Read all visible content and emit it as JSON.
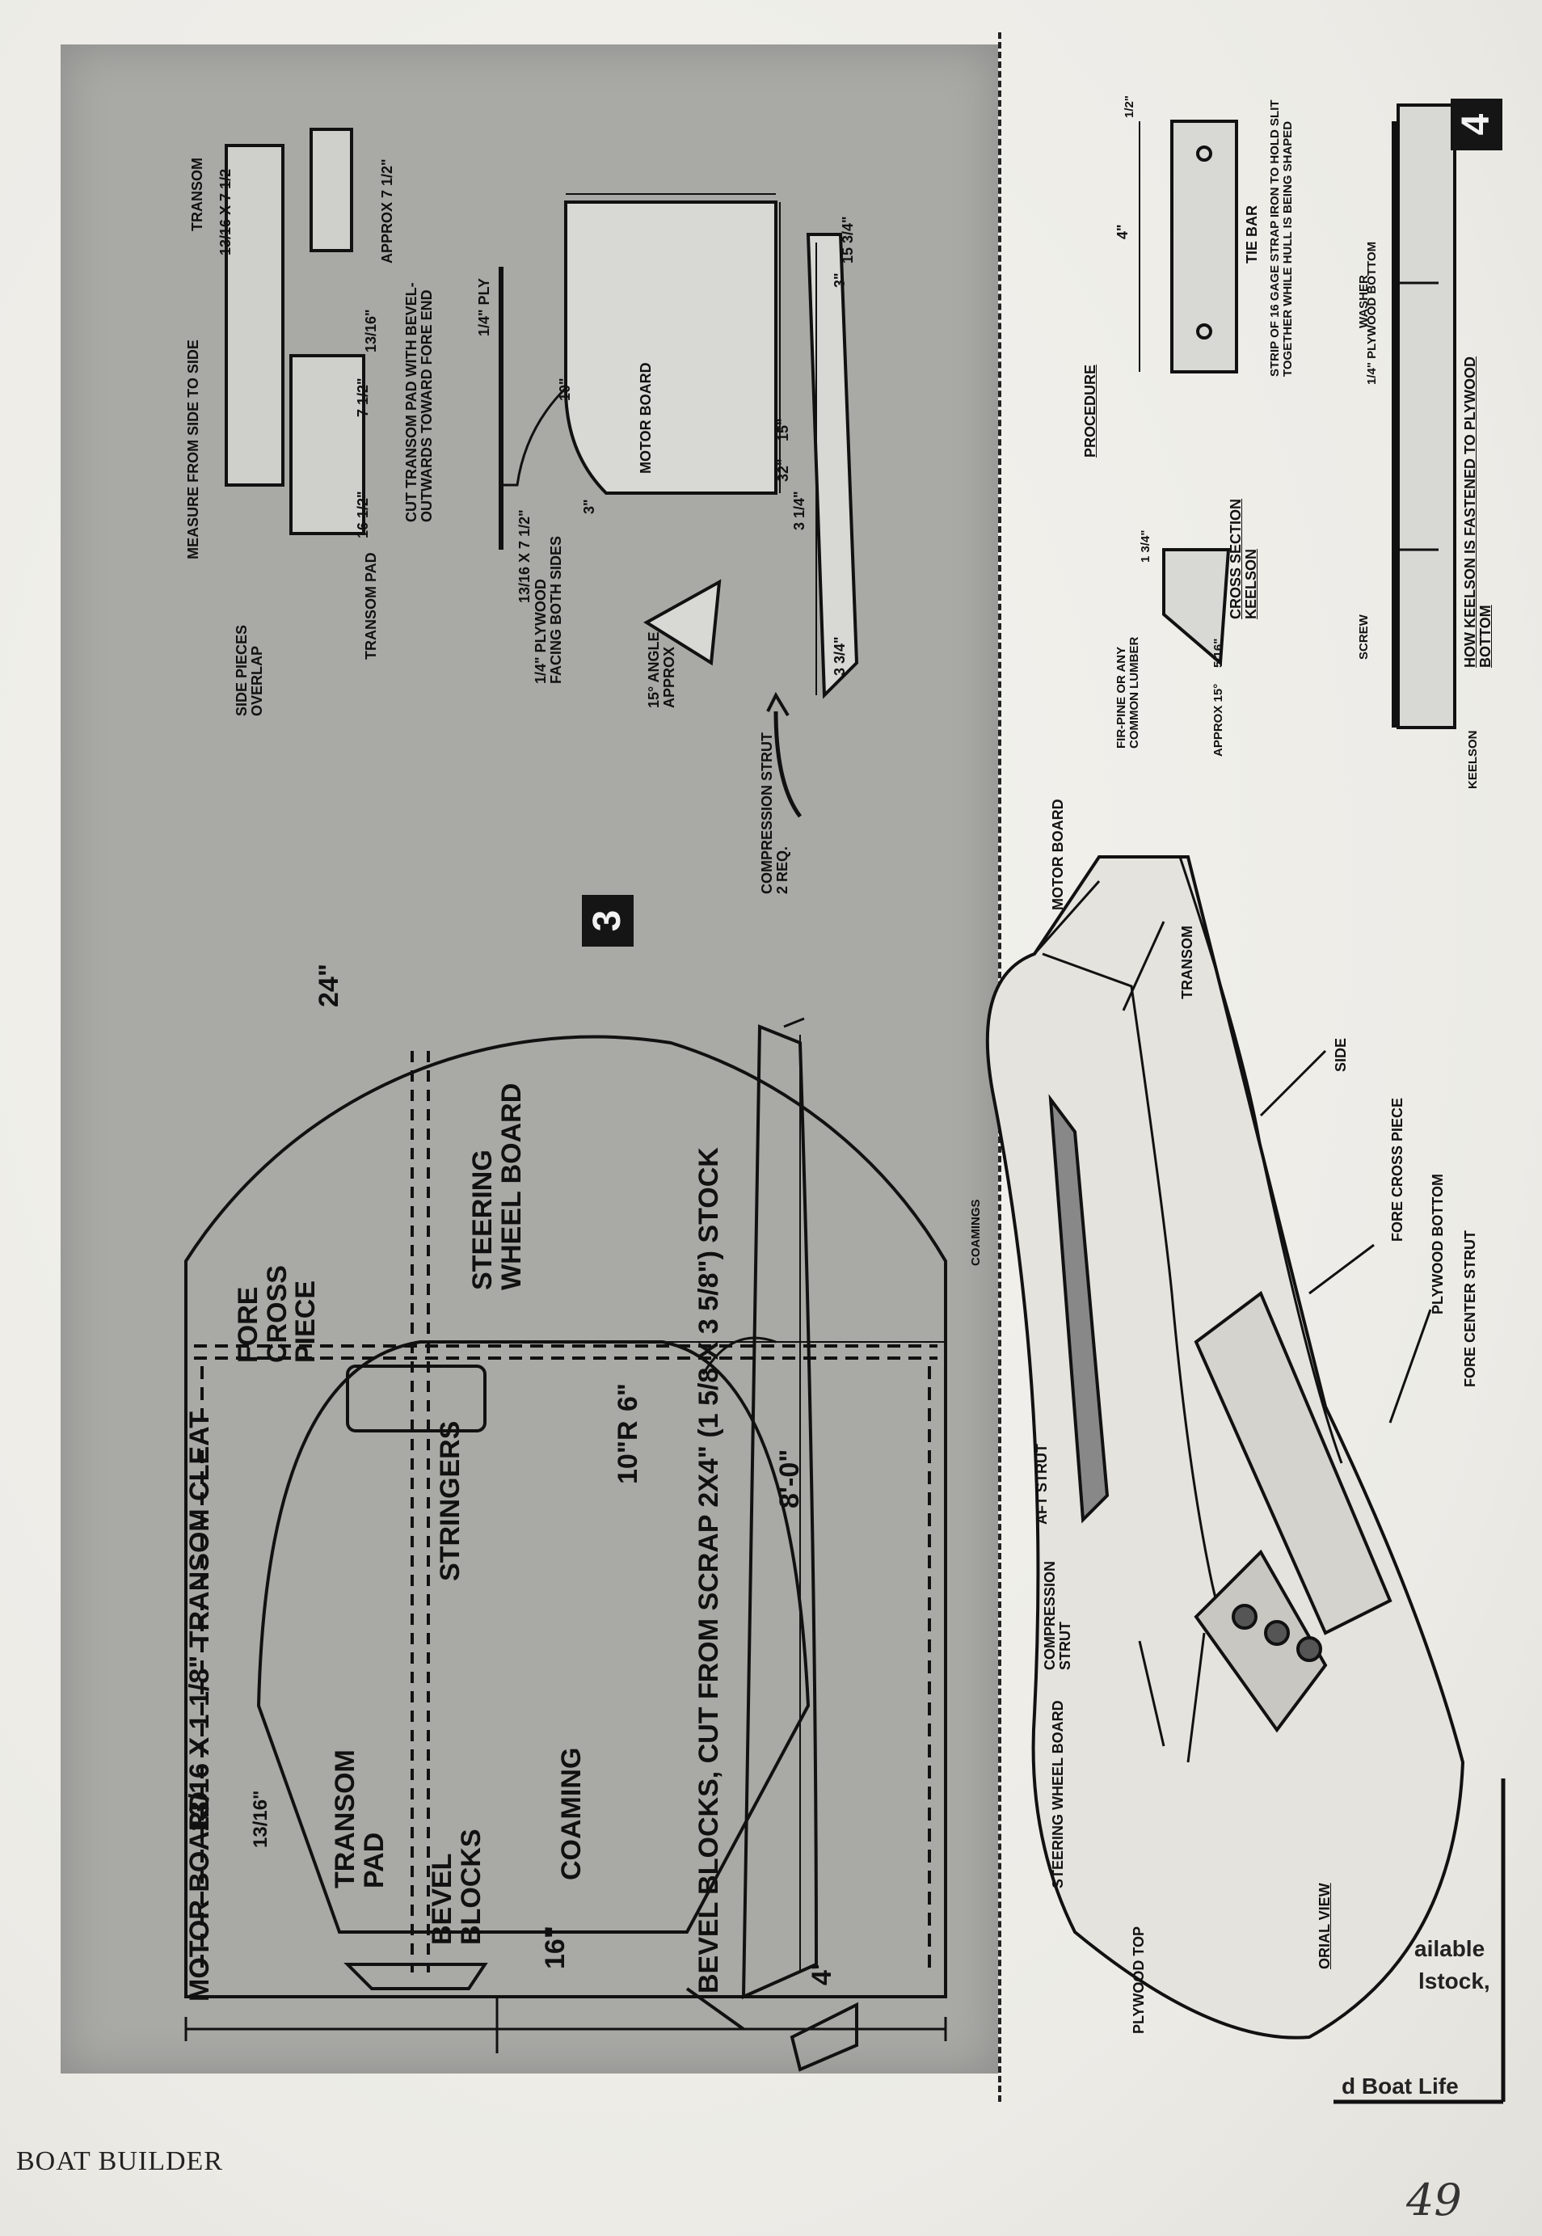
{
  "footer": {
    "publication": "BOAT BUILDER",
    "page_number": "49"
  },
  "panels": {
    "panel_3": "3",
    "panel_4": "4"
  },
  "plan_view": {
    "motor_board": "MOTOR BOARD",
    "transom_cleat": "13/16 X 1 1/8\" TRANSOM CLEAT",
    "transom_cleat_dim": "13/16\"",
    "transom_pad": "TRANSOM PAD",
    "bevel_blocks": "BEVEL BLOCKS",
    "stringers": "STRINGERS",
    "coaming": "COAMING",
    "fore_cross_piece": "FORE CROSS PIECE",
    "steering_wheel_board": "STEERING WHEEL BOARD",
    "radius_24": "24\"",
    "radius_10": "10\"R",
    "dim_6": "6\"",
    "dim_16": "16\"",
    "dim_4": "4'",
    "dim_8": "8'-0\"",
    "bevel_note": "BEVEL BLOCKS, CUT FROM SCRAP 2X4\" (1 5/8 X 3 5/8\") STOCK"
  },
  "panel3_details": {
    "transom": "TRANSOM",
    "transom_size": "13/16 X 7 1/2",
    "measure": "MEASURE FROM SIDE TO SIDE",
    "side_pieces_overlap": "SIDE PIECES OVERLAP",
    "transom_pad": "TRANSOM PAD",
    "pad_dim_a": "7 1/2\"",
    "pad_dim_b": "16 1/2\"",
    "approx": "APPROX 7 1/2\"",
    "thickness": "13/16\"",
    "pad_note": "CUT TRANSOM PAD WITH BEVEL-OUTWARDS TOWARD FORE END",
    "ply_label": "1/4\" PLY",
    "motor_board": "MOTOR BOARD",
    "mb_dim_top": "15 3/4\"",
    "mb_dim_10": "10\"",
    "mb_dim_15": "15\"",
    "mb_dim_3": "3\"",
    "stock_size": "13/16 X 7 1/2\"",
    "plywood_facing": "1/4\" PLYWOOD FACING BOTH SIDES",
    "angle": "15° ANGLE APPROX",
    "strut_32": "32\"",
    "strut_3_3_4": "3 3/4\"",
    "strut_3_1_4": "3 1/4\"",
    "strut_3": "3\"",
    "compression_strut": "COMPRESSION STRUT 2 REQ."
  },
  "panel4_details": {
    "procedure": "PROCEDURE",
    "tie_bar": "TIE BAR",
    "tie_bar_note": "STRIP OF 16 GAGE STRAP IRON TO HOLD SLIT TOGETHER WHILE HULL IS BEING SHAPED",
    "tie_bar_dim": "4\"",
    "tie_bar_small": "1/2\"",
    "cross_section": "CROSS SECTION KEELSON",
    "lumber": "FIR-PINE OR ANY COMMON LUMBER",
    "approx_15": "APPROX 15°",
    "dim_1_3_4": "1 3/4\"",
    "dim_5_16": "5/16\"",
    "plywood_bottom": "1/4\" PLYWOOD BOTTOM",
    "washer": "WASHER",
    "screw": "SCREW",
    "keelson": "KEELSON",
    "how_keelson": "HOW KEELSON IS FASTENED TO PLYWOOD BOTTOM"
  },
  "pictorial": {
    "motor_board": "MOTOR BOARD",
    "transom": "TRANSOM",
    "side": "SIDE",
    "fore_cross_piece": "FORE CROSS PIECE",
    "plywood_bottom": "PLYWOOD BOTTOM",
    "fore_center_strut": "FORE CENTER STRUT",
    "coamings": "COAMINGS",
    "aft_strut": "AFT STRUT",
    "compression_strut": "COMPRESSION STRUT",
    "steering_wheel_board": "STEERING WHEEL BOARD",
    "plywood_top": "PLYWOOD TOP",
    "view_fragment": "ORIAL VIEW"
  },
  "cut_text": {
    "fragment_1": "ailable",
    "fragment_2": "lstock,",
    "fragment_3": "d Boat Life"
  }
}
